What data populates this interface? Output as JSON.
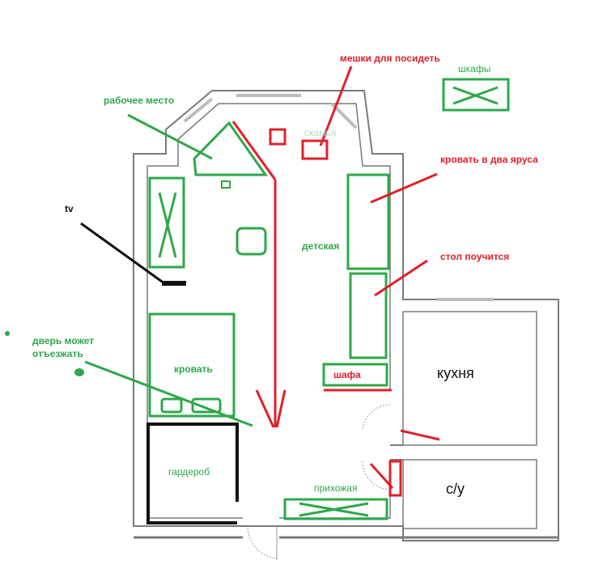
{
  "colors": {
    "green": "#2ea84a",
    "red": "#e0202a",
    "black": "#111111",
    "wall": "#7a7a7a"
  },
  "labels": {
    "workplace": "рабочее место",
    "bags": "мешки для посидеть",
    "closets": "шкафы",
    "bunk_bed": "кровать в два яруса",
    "desk": "стол поучится",
    "tv": "tv",
    "kids_room": "детская",
    "door_note_line1": "дверь может",
    "door_note_line2": "отъезжать",
    "bed": "кровать",
    "wardrobe_room": "гардероб",
    "wardrobe": "шафа",
    "kitchen": "кухня",
    "bathroom": "с/у",
    "hallway": "прихожая",
    "bay_faded": "скамья"
  }
}
